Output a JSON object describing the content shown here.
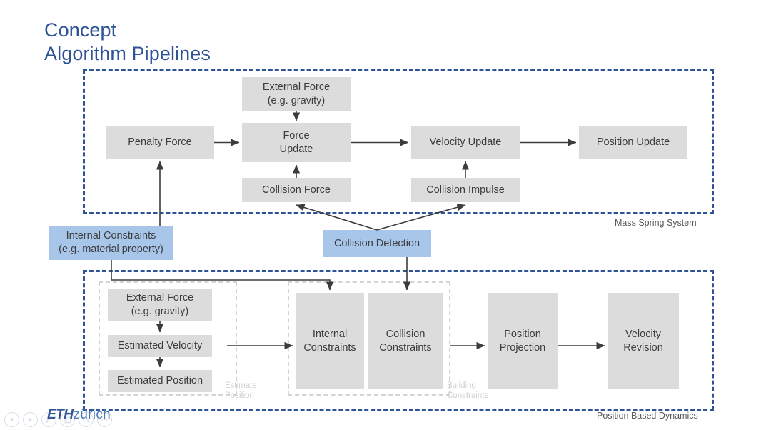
{
  "slide": {
    "title_line_1": "Concept",
    "title_line_2": "Algorithm Pipelines",
    "accent_color": "#2e5496",
    "node_gray": "#dcdcdc",
    "node_blue": "#a8c6ea"
  },
  "regions": {
    "mass_spring": {
      "label": "Mass Spring System"
    },
    "position_based_dynamics": {
      "label": "Position Based Dynamics"
    }
  },
  "subgroups": {
    "estimate_position": {
      "label": "Estimate\nPosition",
      "label_line_1": "Estimate",
      "label_line_2": "Position"
    },
    "building_constraints": {
      "label": "Building\nConstraints",
      "label_line_1": "Building",
      "label_line_2": "Constraints"
    }
  },
  "nodes": {
    "penalty_force": "Penalty Force",
    "external_force_top_l1": "External Force",
    "external_force_top_l2": "(e.g. gravity)",
    "force_update_l1": "Force",
    "force_update_l2": "Update",
    "collision_force": "Collision Force",
    "velocity_update": "Velocity Update",
    "collision_impulse": "Collision Impulse",
    "position_update": "Position Update",
    "internal_constraints_src_l1": "Internal Constraints",
    "internal_constraints_src_l2": "(e.g. material property)",
    "collision_detection": "Collision Detection",
    "external_force_bottom_l1": "External Force",
    "external_force_bottom_l2": "(e.g. gravity)",
    "estimated_velocity": "Estimated Velocity",
    "estimated_position": "Estimated Position",
    "internal_constraints_l1": "Internal",
    "internal_constraints_l2": "Constraints",
    "collision_constraints_l1": "Collision",
    "collision_constraints_l2": "Constraints",
    "position_projection_l1": "Position",
    "position_projection_l2": "Projection",
    "velocity_revision_l1": "Velocity",
    "velocity_revision_l2": "Revision"
  },
  "logo": {
    "mark": "ETH",
    "city": "zürich"
  },
  "controls": [
    {
      "name": "previous-slide-button",
      "icon": "triangle-left-icon"
    },
    {
      "name": "next-slide-button",
      "icon": "triangle-right-icon"
    },
    {
      "name": "pen-tool-button",
      "icon": "pen-icon"
    },
    {
      "name": "slide-overview-button",
      "icon": "grid-icon"
    },
    {
      "name": "zoom-button",
      "icon": "magnifier-icon"
    },
    {
      "name": "more-options-button",
      "icon": "ellipsis-icon"
    }
  ]
}
